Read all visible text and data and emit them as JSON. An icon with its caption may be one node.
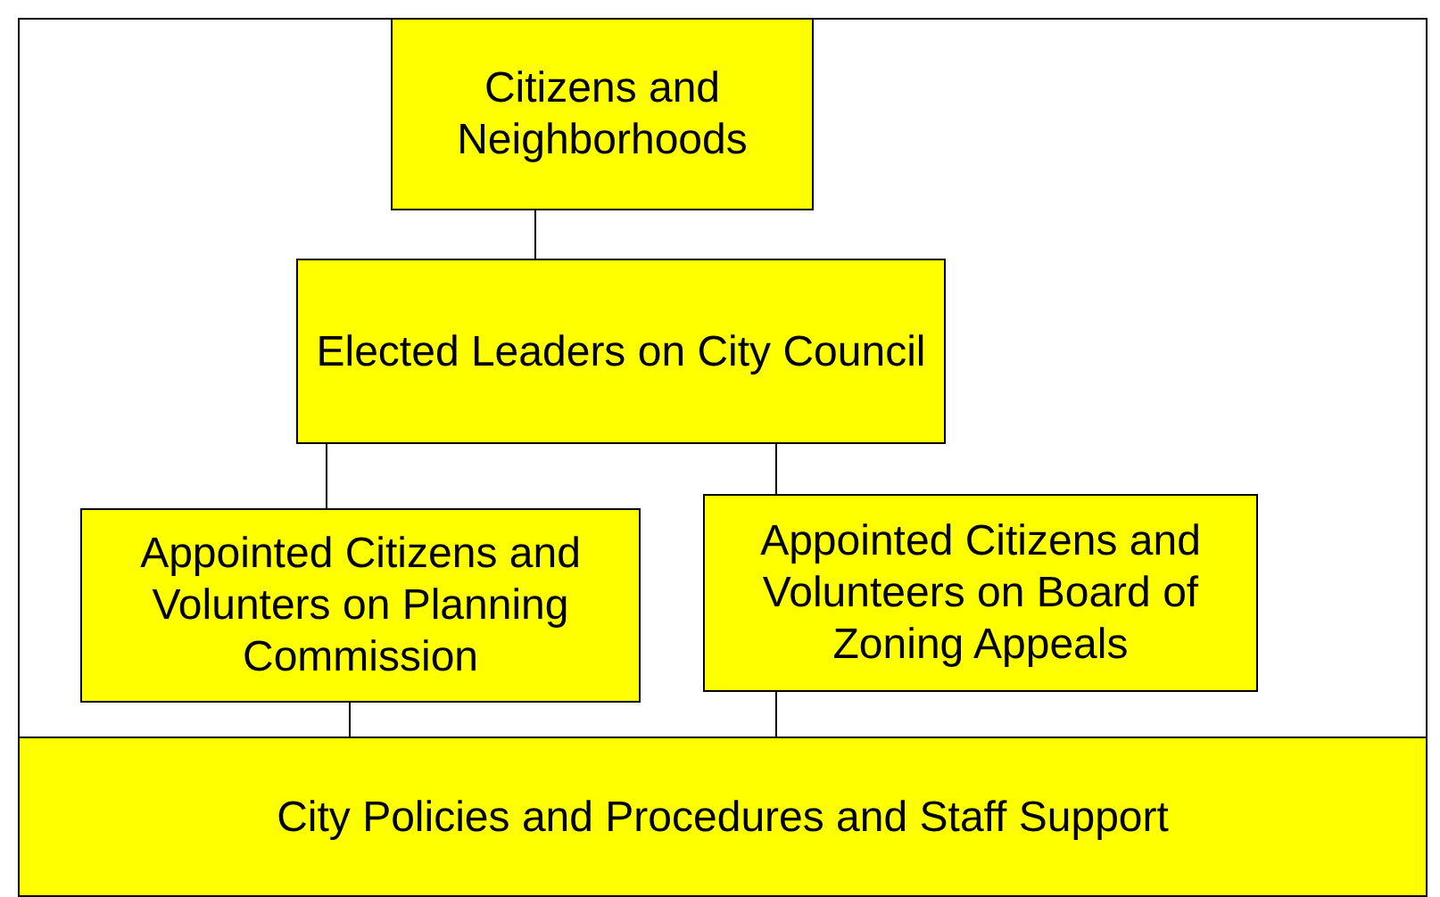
{
  "diagram": {
    "nodes": [
      {
        "text": [
          "Citizens and Neighborhoods"
        ]
      },
      {
        "text": [
          "Elected Leaders on City Council"
        ]
      },
      {
        "text": [
          "Appointed Citizens and Volunters on Planning Commission"
        ]
      },
      {
        "text": [
          "Appointed Citizens and Volunteers on Board of Zoning Appeals"
        ]
      },
      {
        "text": [
          "City Policies and Procedures and Staff Support"
        ]
      }
    ],
    "edges": [
      {
        "from": 0,
        "to": 1,
        "arrow": "none"
      },
      {
        "from": 1,
        "to": 2,
        "arrow": "none"
      },
      {
        "from": 1,
        "to": 3,
        "arrow": "none"
      },
      {
        "from": 2,
        "to": 4,
        "arrow": "none"
      },
      {
        "from": 3,
        "to": 4,
        "arrow": "none"
      }
    ]
  }
}
